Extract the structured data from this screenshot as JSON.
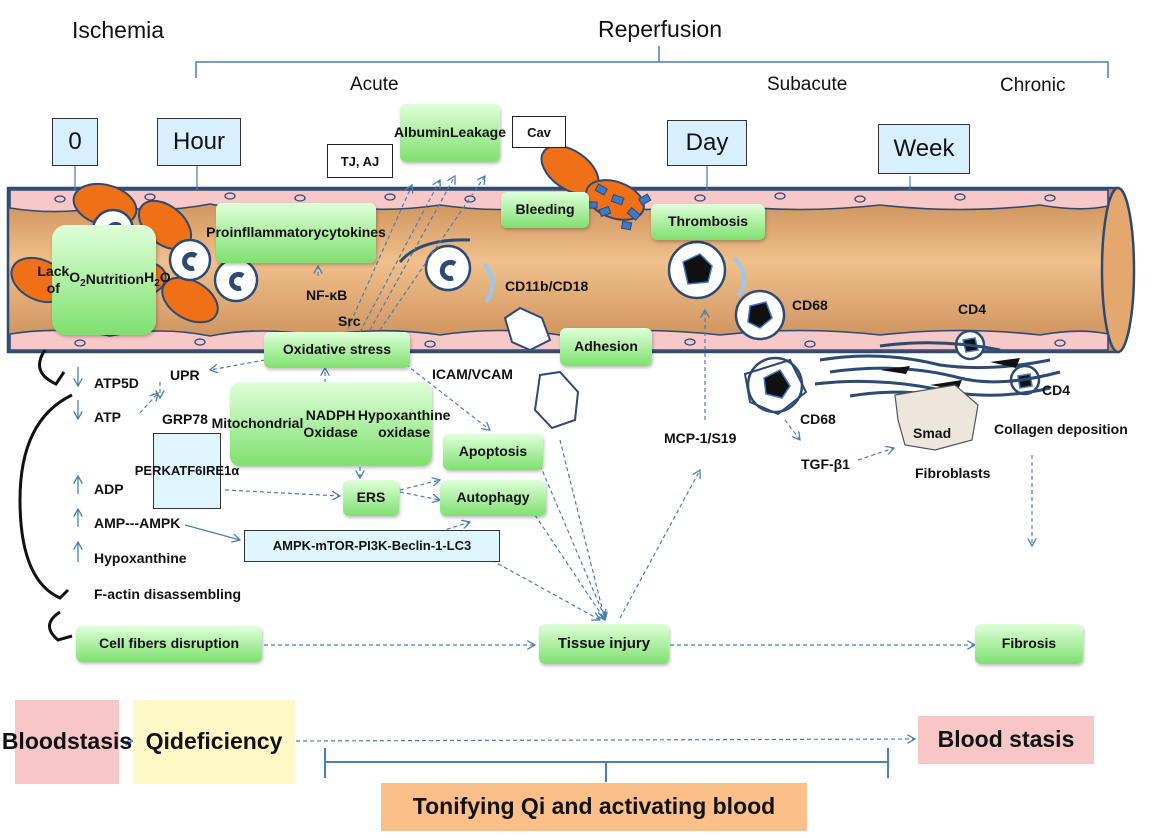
{
  "phases": {
    "ischemia": "Ischemia",
    "reperfusion": "Reperfusion",
    "acute": "Acute",
    "subacute": "Subacute",
    "chronic": "Chronic"
  },
  "timepoints": {
    "zero": "0",
    "hour": "Hour",
    "day": "Day",
    "week": "Week"
  },
  "vessel_boxes": {
    "lack_line1": "Lack of",
    "lack_o2": "O",
    "lack_o2_sub": "2",
    "lack_nutrition": "Nutrition",
    "lack_h2o_h": "H",
    "lack_h2o_sub": "2",
    "lack_h2o_o": "O",
    "cytokines_line1": "Proinfllammatory",
    "cytokines_line2": "cytokines",
    "albumin_line1": "Albumin",
    "albumin_line2": "Leakage",
    "bleeding": "Bleeding",
    "thrombosis": "Thrombosis",
    "adhesion": "Adhesion",
    "oxidative": "Oxidative stress"
  },
  "small_boxes": {
    "tj_aj": "TJ, AJ",
    "cav": "Cav"
  },
  "labels": {
    "nfkb": "NF-κB",
    "src": "Src",
    "cd11b": "CD11b/CD18",
    "cd68_a": "CD68",
    "cd68_b": "CD68",
    "cd4_a": "CD4",
    "cd4_b": "CD4",
    "icam": "ICAM/VCAM",
    "mcp": "MCP-1/S19",
    "tgf": "TGF-β1",
    "smad": "Smad",
    "fibroblasts": "Fibroblasts",
    "collagen": "Collagen deposition",
    "atp5d": "ATP5D",
    "atp": "ATP",
    "upr": "UPR",
    "grp78": "GRP78",
    "adp": "ADP",
    "amp": "AMP---AMPK",
    "hypoxanthine": "Hypoxanthine",
    "factin": "F-actin disassembling"
  },
  "pathway_boxes": {
    "mito_line1": "Mitochondrial",
    "mito_line2": "NADPH Oxidase",
    "mito_line3": "Hypoxanthine oxidase",
    "perk": "PERK",
    "atf6": "ATF6",
    "ire1a": "IRE1α",
    "ers": "ERS",
    "apoptosis": "Apoptosis",
    "autophagy": "Autophagy",
    "ampk_pathway": "AMPK-mTOR-PI3K-Beclin-1-LC3",
    "cell_fibers": "Cell fibers disruption",
    "tissue_injury": "Tissue injury",
    "fibrosis": "Fibrosis"
  },
  "tcm": {
    "blood_stasis_1_line1": "Blood",
    "blood_stasis_1_line2": "stasis",
    "qi_line1": "Qi",
    "qi_line2": "deficiency",
    "blood_stasis_2": "Blood stasis",
    "tonifying": "Tonifying Qi and activating blood"
  },
  "colors": {
    "vessel": "#e8b37e",
    "vessel_wall": "#f8c8c8",
    "outline": "#2d4a72",
    "rbc": "#f07018",
    "box_green": "#7fe06f",
    "timepoint_blue": "#d7efff",
    "blood_stasis_pink": "#f8c6c6",
    "qi_yellow": "#fff9c8",
    "tonify_orange": "#fbc08a",
    "arrow_blue": "#4a7fb5"
  }
}
